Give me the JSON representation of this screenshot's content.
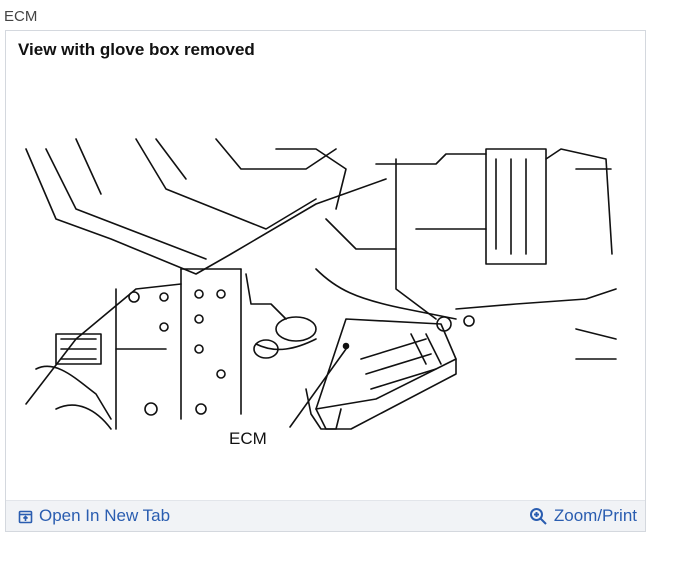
{
  "page": {
    "label": "ECM"
  },
  "card": {
    "title": "View with glove box removed",
    "figure_callout": "ECM"
  },
  "footer": {
    "open_new_tab_label": "Open In New Tab",
    "open_new_tab_icon": "open-new-tab-icon",
    "zoom_print_label": "Zoom/Print",
    "zoom_print_icon": "magnifier-plus-icon"
  },
  "colors": {
    "link": "#2a5db0",
    "footer_bg": "#f1f3f6",
    "border": "#d4d8de"
  }
}
